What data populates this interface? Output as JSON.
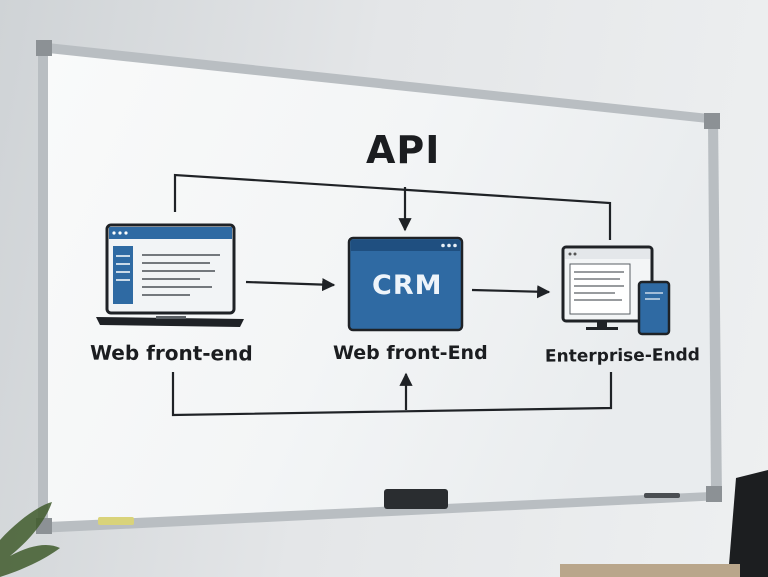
{
  "whiteboard": {
    "title": "API",
    "crm_label": "CRM",
    "nodes": [
      {
        "label": "Web front-end",
        "icon": "laptop-icon"
      },
      {
        "label": "Web front-End",
        "icon": "crm-window-icon"
      },
      {
        "label": "Enterprise-Endd",
        "icon": "desktop-tablet-icon"
      }
    ]
  },
  "colors": {
    "accent_blue": "#2f6aa3",
    "line_dark": "#1f2226",
    "board_white": "#f7f8f8",
    "frame_silver": "#b7bcc0"
  }
}
